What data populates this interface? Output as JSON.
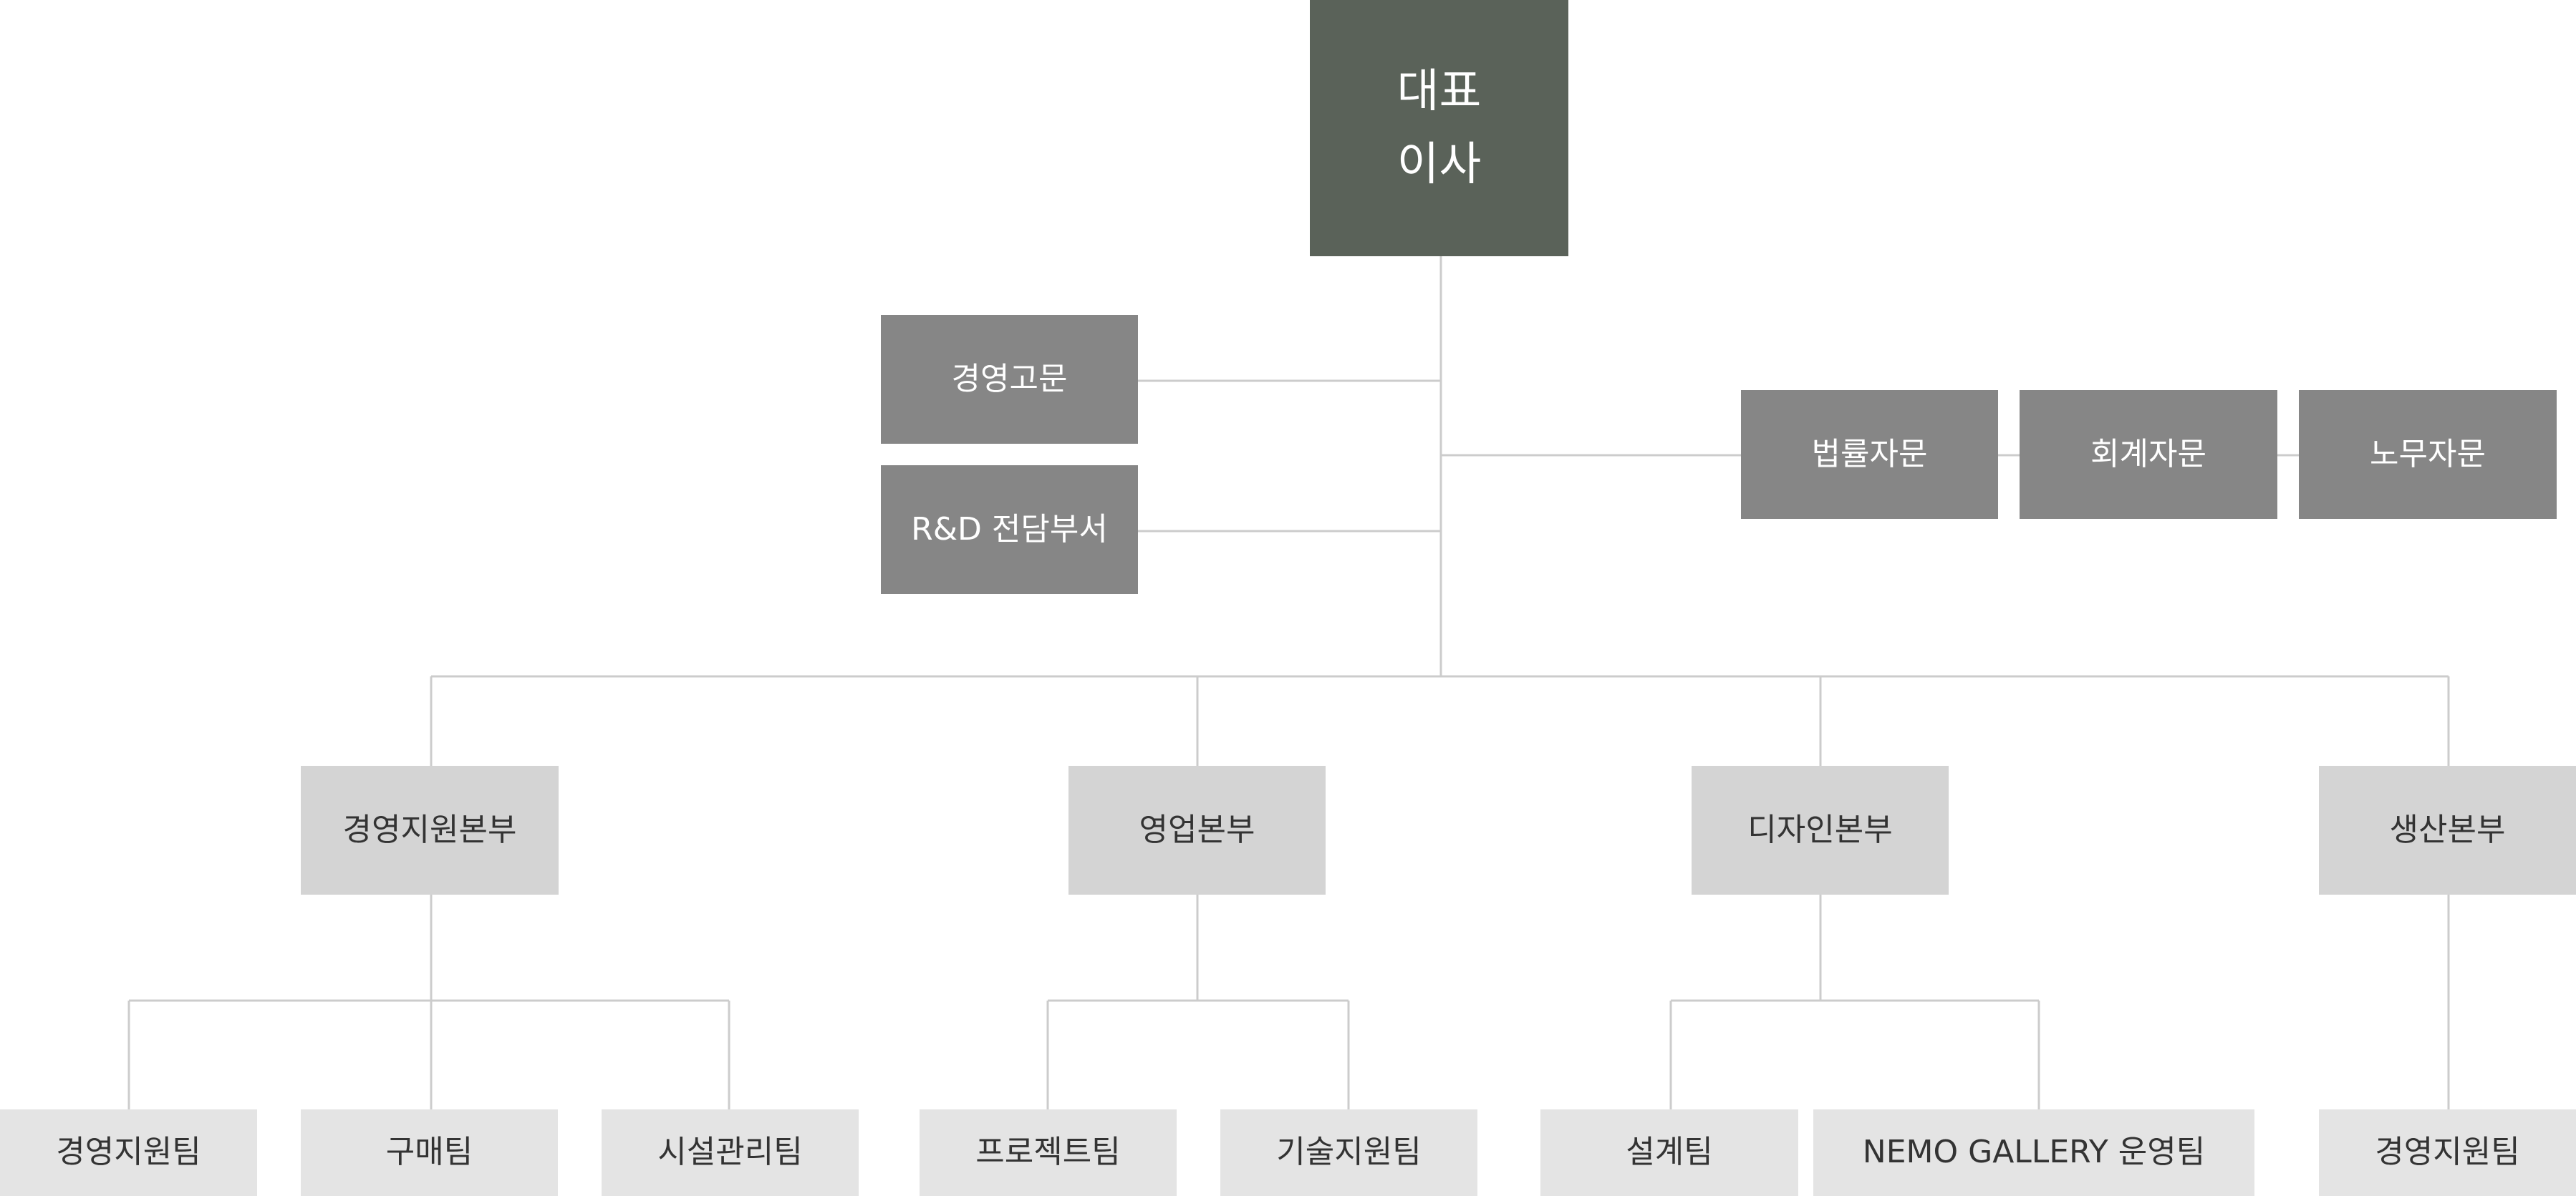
{
  "ceo": {
    "line1": "대표",
    "line2": "이사"
  },
  "left_advisors": [
    {
      "label": "경영고문"
    },
    {
      "label": "R&D 전담부서"
    }
  ],
  "right_advisors": [
    {
      "label": "법률자문"
    },
    {
      "label": "회계자문"
    },
    {
      "label": "노무자문"
    }
  ],
  "divisions": [
    {
      "label": "경영지원본부",
      "teams": [
        {
          "label": "경영지원팀"
        },
        {
          "label": "구매팀"
        },
        {
          "label": "시설관리팀"
        }
      ]
    },
    {
      "label": "영업본부",
      "teams": [
        {
          "label": "프로젝트팀"
        },
        {
          "label": "기술지원팀"
        }
      ]
    },
    {
      "label": "디자인본부",
      "teams": [
        {
          "label": "설계팀"
        },
        {
          "label": "NEMO GALLERY 운영팀"
        }
      ]
    },
    {
      "label": "생산본부",
      "teams": [
        {
          "label": "경영지원팀"
        }
      ]
    }
  ],
  "colors": {
    "ceo_fill": "#5a6259",
    "advisor_fill": "#868686",
    "division_fill": "#d4d4d4",
    "team_fill": "#e4e4e4",
    "connector": "#cccccc"
  }
}
